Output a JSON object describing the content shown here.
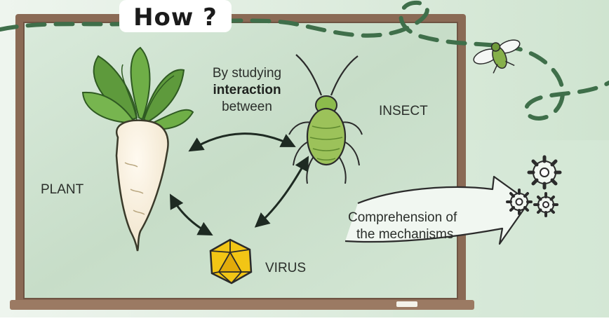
{
  "title": "How ?",
  "center_text": {
    "line1": "By studying",
    "line2": "interaction",
    "line3": "between"
  },
  "nodes": {
    "plant": "PLANT",
    "insect": "INSECT",
    "virus": "VIRUS"
  },
  "outcome": {
    "line1": "Comprehension of",
    "line2": "the mechanisms"
  },
  "colors": {
    "board": "#cfe3cf",
    "frame": "#8a6a55",
    "insect": "#9cc25a",
    "virus": "#f2c515",
    "leaf": "#5e9a3c"
  }
}
